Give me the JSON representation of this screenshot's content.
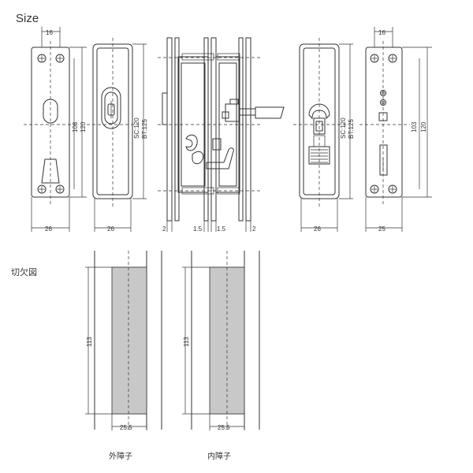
{
  "section_titles": {
    "size": "Size",
    "cutout": "切欠図"
  },
  "dimensions": {
    "top_pitch": "16",
    "pitch_103": "103",
    "overall_120": "120",
    "sc_120": "SC:120",
    "bt_125": "BT:125",
    "width_26": "26",
    "width_25": "25",
    "gap_2": "2",
    "gap_1_5": "1.5",
    "cut_height": "113",
    "cut_width": "25.5"
  },
  "captions": {
    "outer_door": "外障子",
    "inner_door": "内障子"
  }
}
